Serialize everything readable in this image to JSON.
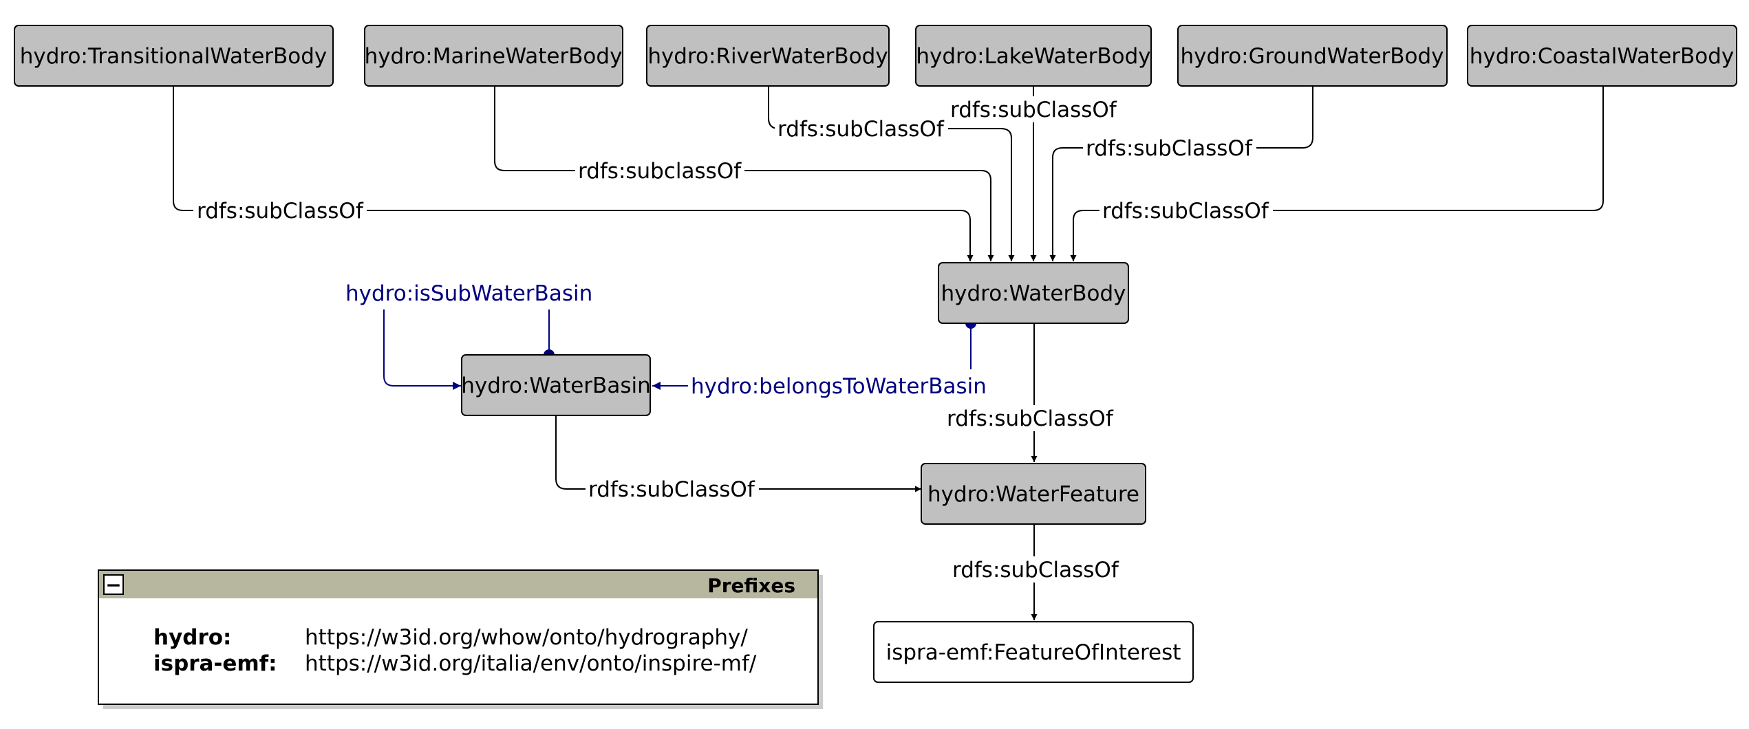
{
  "nodes": {
    "transitional": "hydro:TransitionalWaterBody",
    "marine": "hydro:MarineWaterBody",
    "river": "hydro:RiverWaterBody",
    "lake": "hydro:LakeWaterBody",
    "ground": "hydro:GroundWaterBody",
    "coastal": "hydro:CoastalWaterBody",
    "waterbody": "hydro:WaterBody",
    "waterbasin": "hydro:WaterBasin",
    "waterfeature": "hydro:WaterFeature",
    "featureofinterest": "ispra-emf:FeatureOfInterest"
  },
  "edges": {
    "transitional_subclass": "rdfs:subClassOf",
    "marine_subclass": "rdfs:subclassOf",
    "river_subclass": "rdfs:subClassOf",
    "lake_subclass": "rdfs:subClassOf",
    "ground_subclass": "rdfs:subClassOf",
    "coastal_subclass": "rdfs:subClassOf",
    "waterbody_subclass": "rdfs:subClassOf",
    "waterbasin_subclass": "rdfs:subClassOf",
    "waterfeature_subclass": "rdfs:subClassOf",
    "is_sub_water_basin": "hydro:isSubWaterBasin",
    "belongs_to_water_basin": "hydro:belongsToWaterBasin"
  },
  "prefixes": {
    "title": "Prefixes",
    "collapse_symbol": "−",
    "entries": [
      {
        "key": "hydro:",
        "value": "https://w3id.org/whow/onto/hydrography/"
      },
      {
        "key": "ispra-emf:",
        "value": "https://w3id.org/italia/env/onto/inspire-mf/"
      }
    ]
  },
  "colors": {
    "node_fill": "#c0c0c0",
    "object_property": "#000080",
    "prefix_header": "#b7b69f"
  }
}
